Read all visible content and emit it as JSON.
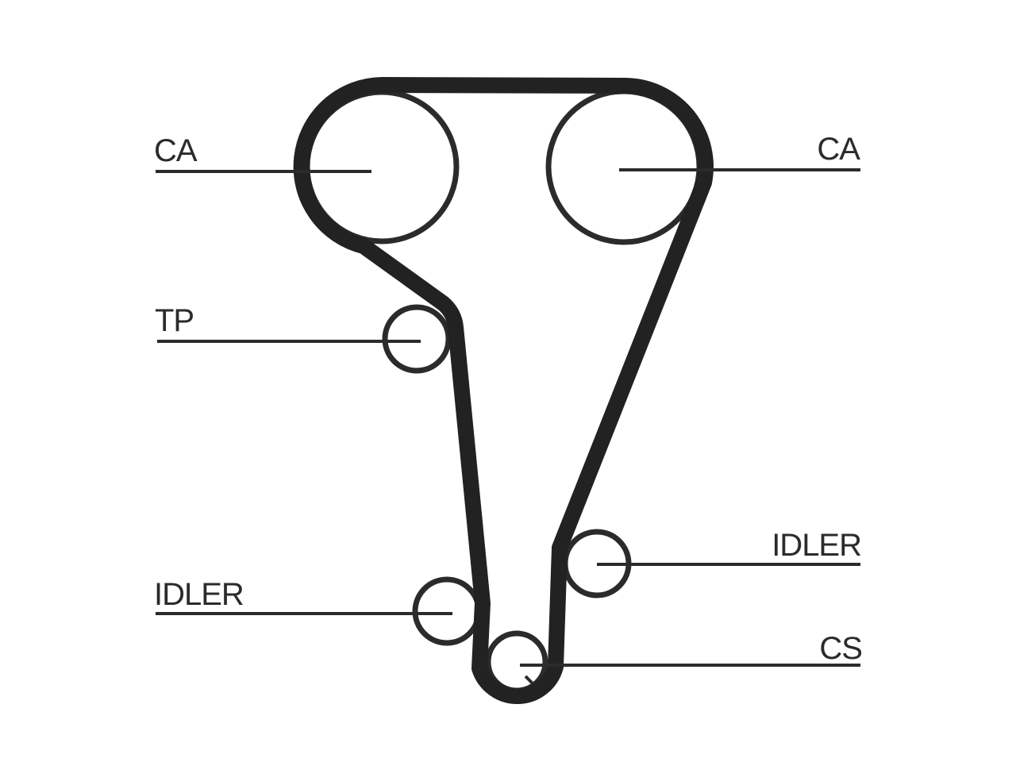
{
  "colors": {
    "belt": "#222222",
    "line": "#2b2b2b",
    "background": "#ffffff"
  },
  "labels": {
    "left_top": "CA",
    "right_top": "CA",
    "tensioner": "TP",
    "idler_right": "IDLER",
    "idler_left": "IDLER",
    "crankshaft": "CS"
  }
}
